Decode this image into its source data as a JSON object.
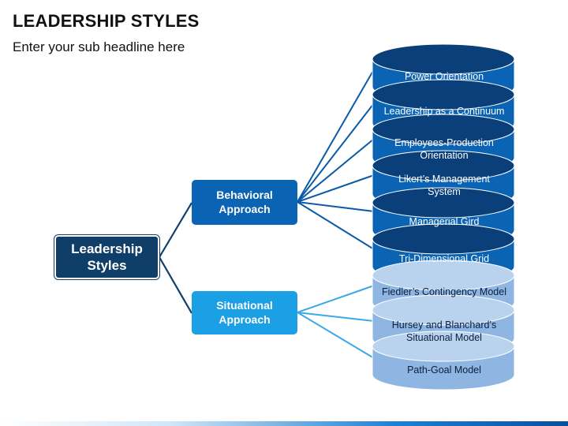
{
  "header": {
    "title": "LEADERSHIP STYLES",
    "subtitle": "Enter your sub headline here"
  },
  "root": {
    "label": "Leadership\nStyles"
  },
  "branches": [
    {
      "key": "behavioral",
      "label": "Behavioral\nApproach",
      "color": "#0b63b4"
    },
    {
      "key": "situational",
      "label": "Situational\nApproach",
      "color": "#1ba0e6"
    }
  ],
  "stack": [
    {
      "label": "Power Orientation",
      "group": "behavioral"
    },
    {
      "label": "Leadership as a Continuum",
      "group": "behavioral"
    },
    {
      "label": "Employees-Production\nOrientation",
      "group": "behavioral"
    },
    {
      "label": "Likert’s Management\nSystem",
      "group": "behavioral"
    },
    {
      "label": "Managerial Gird",
      "group": "behavioral"
    },
    {
      "label": "Tri-Dimensional Grid",
      "group": "behavioral"
    },
    {
      "label": "Fiedler’s Contingency Model",
      "group": "situational"
    },
    {
      "label": "Hursey and Blanchard’s\nSituational Model",
      "group": "situational"
    },
    {
      "label": "Path-Goal Model",
      "group": "situational"
    }
  ],
  "colors": {
    "root": "#0f3e69",
    "behavioral_fill": "#0b63b4",
    "behavioral_top": "#0a3f7a",
    "situational_fill": "#8fb6e2",
    "situational_top": "#b9d3ef",
    "connector": "#0b5aa8"
  }
}
